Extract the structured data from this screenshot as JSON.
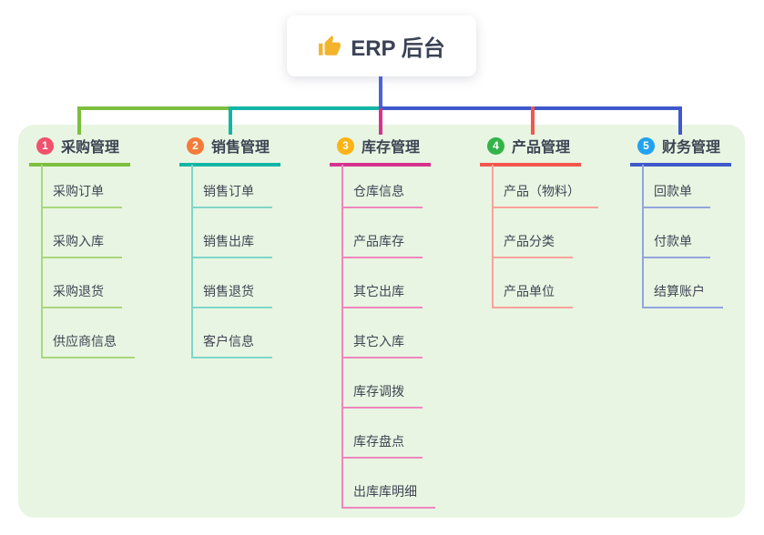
{
  "root": {
    "label": "ERP 后台",
    "icon": "thumbs-up-icon",
    "icon_color": "#f3b32a"
  },
  "canvas": {
    "background": "#ffffff",
    "panel_background": "#e8f5e2",
    "text_color": "#3c4453"
  },
  "connectors": {
    "root_line_color": "#4c63d8"
  },
  "branches": [
    {
      "index": "1",
      "label": "采购管理",
      "badge_color": "#f1516c",
      "line_color": "#7cbf3f",
      "child_line_color": "#a9d87d",
      "children": [
        "采购订单",
        "采购入库",
        "采购退货",
        "供应商信息"
      ]
    },
    {
      "index": "2",
      "label": "销售管理",
      "badge_color": "#f47b3a",
      "line_color": "#13b5a6",
      "child_line_color": "#7fd6c9",
      "children": [
        "销售订单",
        "销售出库",
        "销售退货",
        "客户信息"
      ]
    },
    {
      "index": "3",
      "label": "库存管理",
      "badge_color": "#fcb315",
      "line_color": "#d6338f",
      "child_line_color": "#ef86bd",
      "children": [
        "仓库信息",
        "产品库存",
        "其它出库",
        "其它入库",
        "库存调拨",
        "库存盘点",
        "出库库明细"
      ]
    },
    {
      "index": "4",
      "label": "产品管理",
      "badge_color": "#33b44a",
      "line_color": "#f4554c",
      "child_line_color": "#f9a29b",
      "children": [
        "产品（物料）",
        "产品分类",
        "产品单位"
      ]
    },
    {
      "index": "5",
      "label": "财务管理",
      "badge_color": "#22a2ee",
      "line_color": "#3f58cb",
      "child_line_color": "#93a5dd",
      "children": [
        "回款单",
        "付款单",
        "结算账户"
      ]
    }
  ]
}
